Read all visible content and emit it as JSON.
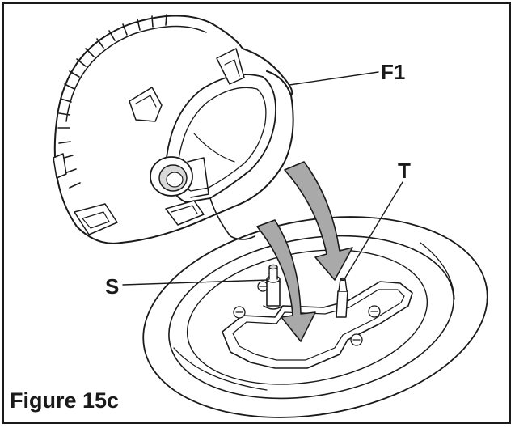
{
  "figure": {
    "caption": "Figure 15c",
    "callouts": [
      {
        "id": "F1",
        "label": "F1"
      },
      {
        "id": "T",
        "label": "T"
      },
      {
        "id": "S",
        "label": "S"
      }
    ]
  },
  "colors": {
    "line": "#1a1a1a",
    "arrow_fill": "#a9a9a9",
    "shade": "#d9d9d9",
    "background": "#ffffff"
  }
}
